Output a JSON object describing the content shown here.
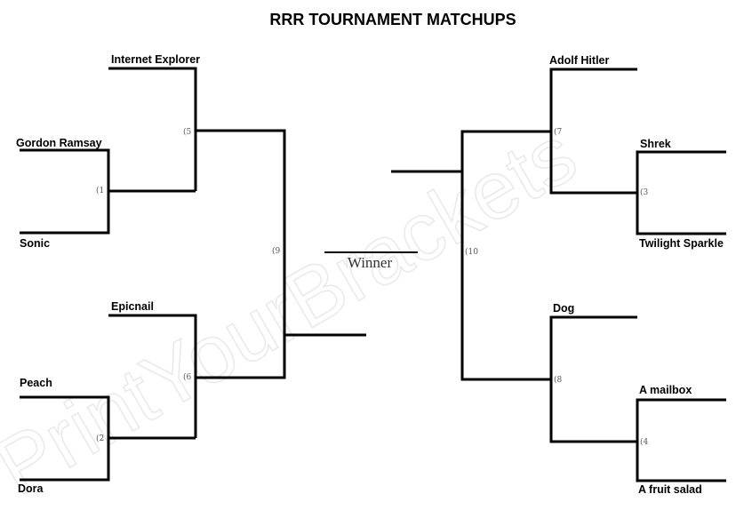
{
  "title": "RRR TOURNAMENT MATCHUPS",
  "watermark": "PrintYourBrackets",
  "winner_label": "Winner",
  "left": {
    "entrants": [
      "Gordon Ramsay",
      "Sonic",
      "Peach",
      "Dora"
    ],
    "round2": [
      "Internet Explorer",
      "Epicnail"
    ],
    "matches": [
      "(1",
      "(2",
      "(5",
      "(6",
      "(9"
    ]
  },
  "right": {
    "entrants": [
      "Shrek",
      "Twilight Sparkle",
      "A mailbox",
      "A fruit salad"
    ],
    "round2": [
      "Adolf Hitler",
      "Dog"
    ],
    "matches": [
      "(3",
      "(4",
      "(7",
      "(8",
      "(10"
    ]
  },
  "colors": {
    "lines": "#000000",
    "text": "#000000",
    "match_numbers": "#555555",
    "watermark": "#e9e9e9"
  }
}
